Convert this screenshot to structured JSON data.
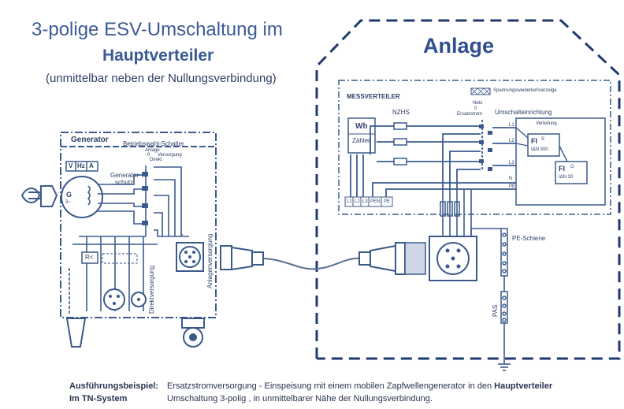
{
  "header": {
    "title_line1": "3-polige ESV-Umschaltung im",
    "title_line2": "Hauptverteiler",
    "title_line3": "(unmittelbar neben der Nullungsverbindung)"
  },
  "anlage": {
    "title": "Anlage"
  },
  "generator": {
    "title": "Generator",
    "mode_switch": "Betriebswahl-Schalter",
    "mode_anlage": "Anlage",
    "mode_zero": "0",
    "mode_versorgung": "Versorgung",
    "mode_direkt": "Direkt",
    "meters": [
      "V",
      "Hz",
      "A"
    ],
    "protection_line1": "Generator-",
    "protection_line2": "schutz",
    "g_label": "G",
    "g_phase": "3~",
    "relay": "R<",
    "direct_supply": "Direktversorgung",
    "plant_supply": "Anlagenversorgung"
  },
  "messverteiler": {
    "title": "MESSVERTEILER",
    "legend": "Spannungswiederkehranzeige",
    "nzhs": "NZHS",
    "netz": "Netz",
    "zero": "0",
    "ersatzstrom": "Ersatzstrom",
    "umschalt": "Umschalteinrichtung",
    "wh": "Wh",
    "zaehler": "Zähler",
    "verteilung": "Verteilung",
    "fi1_label": "FI",
    "fi1_rating": "IΔN 300",
    "fi1_code": "S",
    "fi2_label": "FI",
    "fi2_rating": "IΔN 30",
    "fi2_code": "G",
    "lines": [
      "L1",
      "L2",
      "L3",
      "N",
      "PE"
    ],
    "terminals": [
      "L1",
      "L2",
      "L3",
      "PEN",
      "PE"
    ]
  },
  "pe_schiene": "PE-Schiene",
  "pas": "PAS",
  "caption": {
    "label1": "Ausführungsbeispiel:",
    "label2": "Im TN-System",
    "text1_pre": "Ersatzstromversorgung - Einspeisung mit einem mobilen Zapfwellengenerator in den ",
    "text1_bold": "Hauptverteiler",
    "text2": "Umschaltung 3-polig ,  in unmittelbarer Nähe der Nullungsverbindung."
  }
}
